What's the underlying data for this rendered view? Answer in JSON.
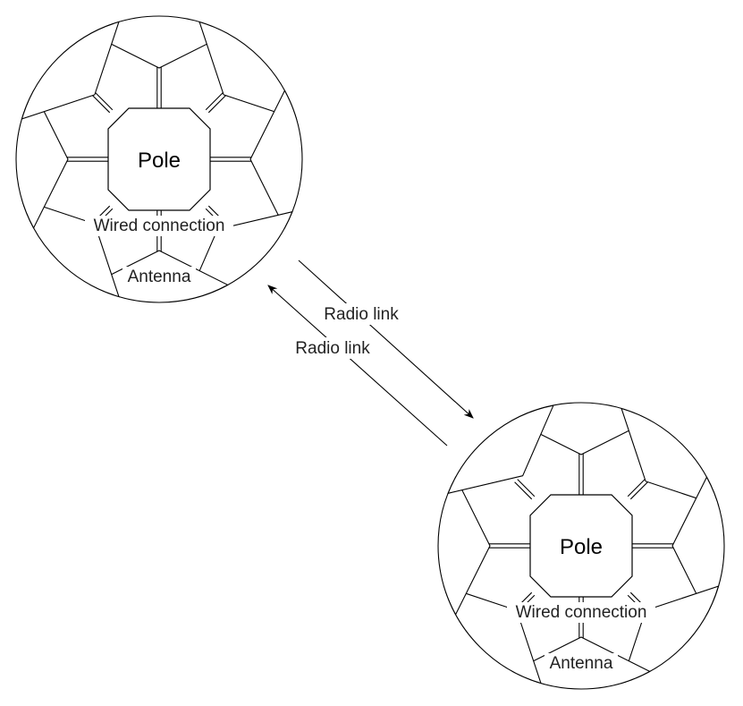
{
  "nodes": [
    {
      "id": "pole-1",
      "type": "pole",
      "label": "Pole",
      "wire_label": "Wired connection",
      "antenna_label": "Antenna"
    },
    {
      "id": "pole-2",
      "type": "pole",
      "label": "Pole",
      "wire_label": "Wired connection",
      "antenna_label": "Antenna"
    }
  ],
  "edges": [
    {
      "from": "pole-1",
      "to": "pole-2",
      "label": "Radio link"
    },
    {
      "from": "pole-2",
      "to": "pole-1",
      "label": "Radio link"
    }
  ],
  "colors": {
    "stroke": "#000000",
    "background": "#ffffff",
    "text": "#222222"
  }
}
